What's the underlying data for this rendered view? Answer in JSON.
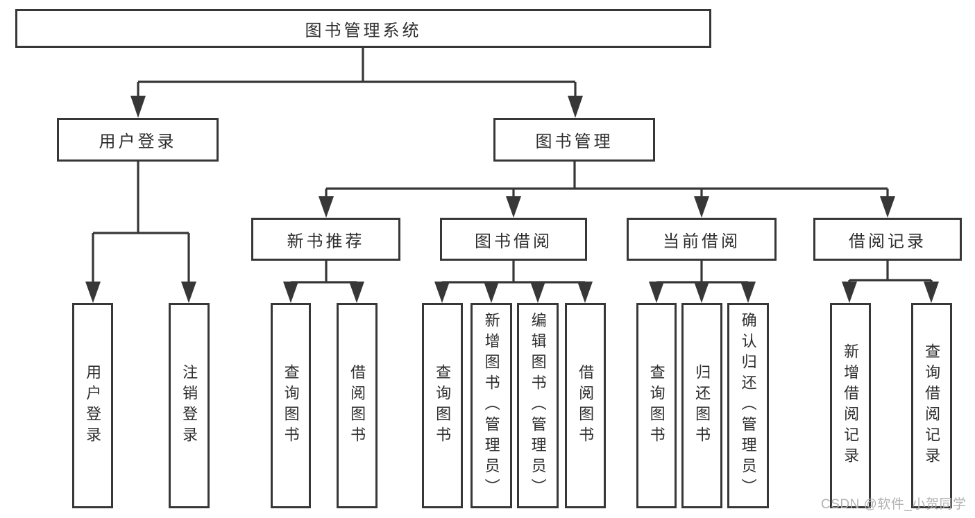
{
  "colors": {
    "line": "#373737",
    "text": "#2e2e2e",
    "bg": "#ffffff",
    "watermark": "#b2b2b2"
  },
  "watermark": {
    "text": "CSDN @软件_小贺同学"
  },
  "tree": {
    "label": "图书管理系统",
    "children": [
      {
        "label": "用户登录",
        "children": [
          {
            "label": "用户登录"
          },
          {
            "label": "注销登录"
          }
        ]
      },
      {
        "label": "图书管理",
        "children": [
          {
            "label": "新书推荐",
            "children": [
              {
                "label": "查询图书"
              },
              {
                "label": "借阅图书"
              }
            ]
          },
          {
            "label": "图书借阅",
            "children": [
              {
                "label": "查询图书"
              },
              {
                "label": "新增图书（管理员）"
              },
              {
                "label": "编辑图书（管理员）"
              },
              {
                "label": "借阅图书"
              }
            ]
          },
          {
            "label": "当前借阅",
            "children": [
              {
                "label": "查询图书"
              },
              {
                "label": "归还图书"
              },
              {
                "label": "确认归还（管理员）"
              }
            ]
          },
          {
            "label": "借阅记录",
            "children": [
              {
                "label": "新增借阅记录"
              },
              {
                "label": "查询借阅记录"
              }
            ]
          }
        ]
      }
    ]
  }
}
